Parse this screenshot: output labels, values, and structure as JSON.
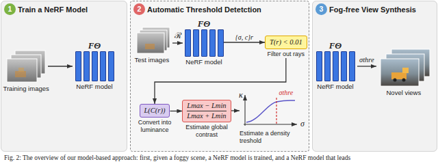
{
  "diagram": {
    "caption": "Fig. 2: The overview of our model-based approach: first, given a foggy scene, a NeRF model is trained, and a NeRF model that leads",
    "nodes": [
      {
        "text": [
          "Train a NeRF Model"
        ]
      },
      {
        "text": [
          "1"
        ],
        "in": 0
      },
      {
        "text": [
          "FΘ",
          "NeRF model"
        ],
        "in": 0
      },
      {
        "text": [
          "Automatic Threshold Detetction"
        ]
      },
      {
        "text": [
          "2"
        ],
        "in": 3
      },
      {
        "text": [
          "FΘ",
          "NeRF model"
        ],
        "in": 3
      },
      {
        "text": [
          "T(r) < 0.01",
          "Filter out rays"
        ],
        "in": 3
      },
      {
        "text": [
          "L(C(r))",
          "Convert into luminance"
        ],
        "in": 3
      },
      {
        "text": [
          "Lmax − Lmin",
          "Lmax + Lmin",
          "Estimate global contrast"
        ],
        "in": 3
      },
      {
        "text": [
          "Estimate a density treshold"
        ],
        "in": 3
      },
      {
        "text": [
          "Fog-free View Synthesis"
        ]
      },
      {
        "text": [
          "3"
        ],
        "in": 10
      },
      {
        "text": [
          "FΘ",
          "NeRF model"
        ],
        "in": 10
      }
    ],
    "edges": [
      {
        "from": 5,
        "to": 6,
        "arrow": "to",
        "label": "{σ, c}r"
      },
      {
        "from": 6,
        "to": 7,
        "arrow": "to"
      },
      {
        "from": 7,
        "to": 8,
        "arrow": "to"
      },
      {
        "from": 8,
        "to": 9,
        "arrow": "to"
      }
    ],
    "labels": [
      "Training images",
      "Test images",
      "ℛ",
      "κ",
      "σ",
      "σthre",
      "σthre",
      "Novel views"
    ]
  }
}
